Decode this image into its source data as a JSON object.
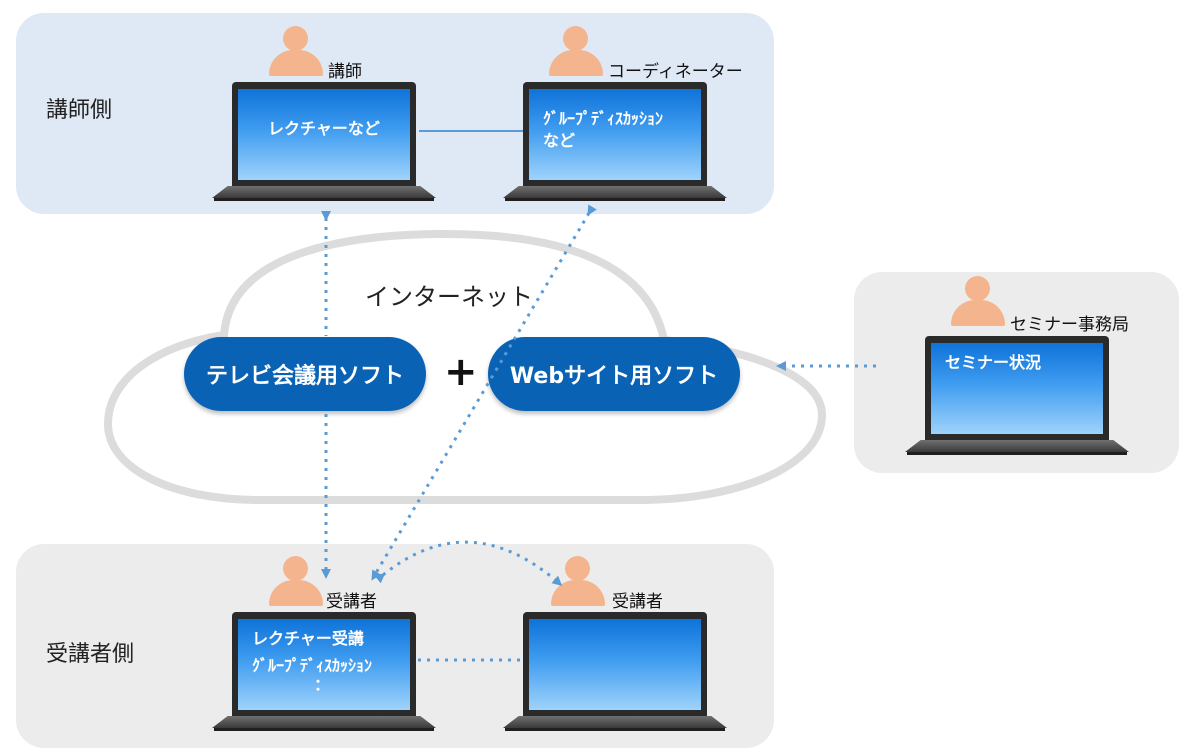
{
  "sections": {
    "teacher_side": "講師側",
    "student_side": "受講者側"
  },
  "roles": {
    "lecturer": "講師",
    "coordinator": "コーディネーター",
    "seminar_office": "セミナー事務局",
    "student_main": "受講者",
    "student_other": "受講者"
  },
  "screens": {
    "lecturer": [
      "レクチャーなど"
    ],
    "coordinator": [
      "ｸﾞﾙｰﾌﾟﾃﾞｨｽｶｯｼｮﾝ",
      "など"
    ],
    "office": [
      "セミナー状況"
    ],
    "student_main": [
      "レクチャー受講",
      "ｸﾞﾙｰﾌﾟﾃﾞｨｽｶｯｼｮﾝ",
      "："
    ],
    "student_other": []
  },
  "internet": {
    "label": "インターネット",
    "video_conf_label": "テレビ会議用ソフト",
    "plus": "+",
    "website_label": "Webサイト用ソフト"
  },
  "colors": {
    "teacher_panel": "#dfe9f5",
    "grey_panel": "#ececec",
    "pill": "#0a62b5",
    "arrow": "#5b9bd5",
    "person": "#f4b58e"
  }
}
